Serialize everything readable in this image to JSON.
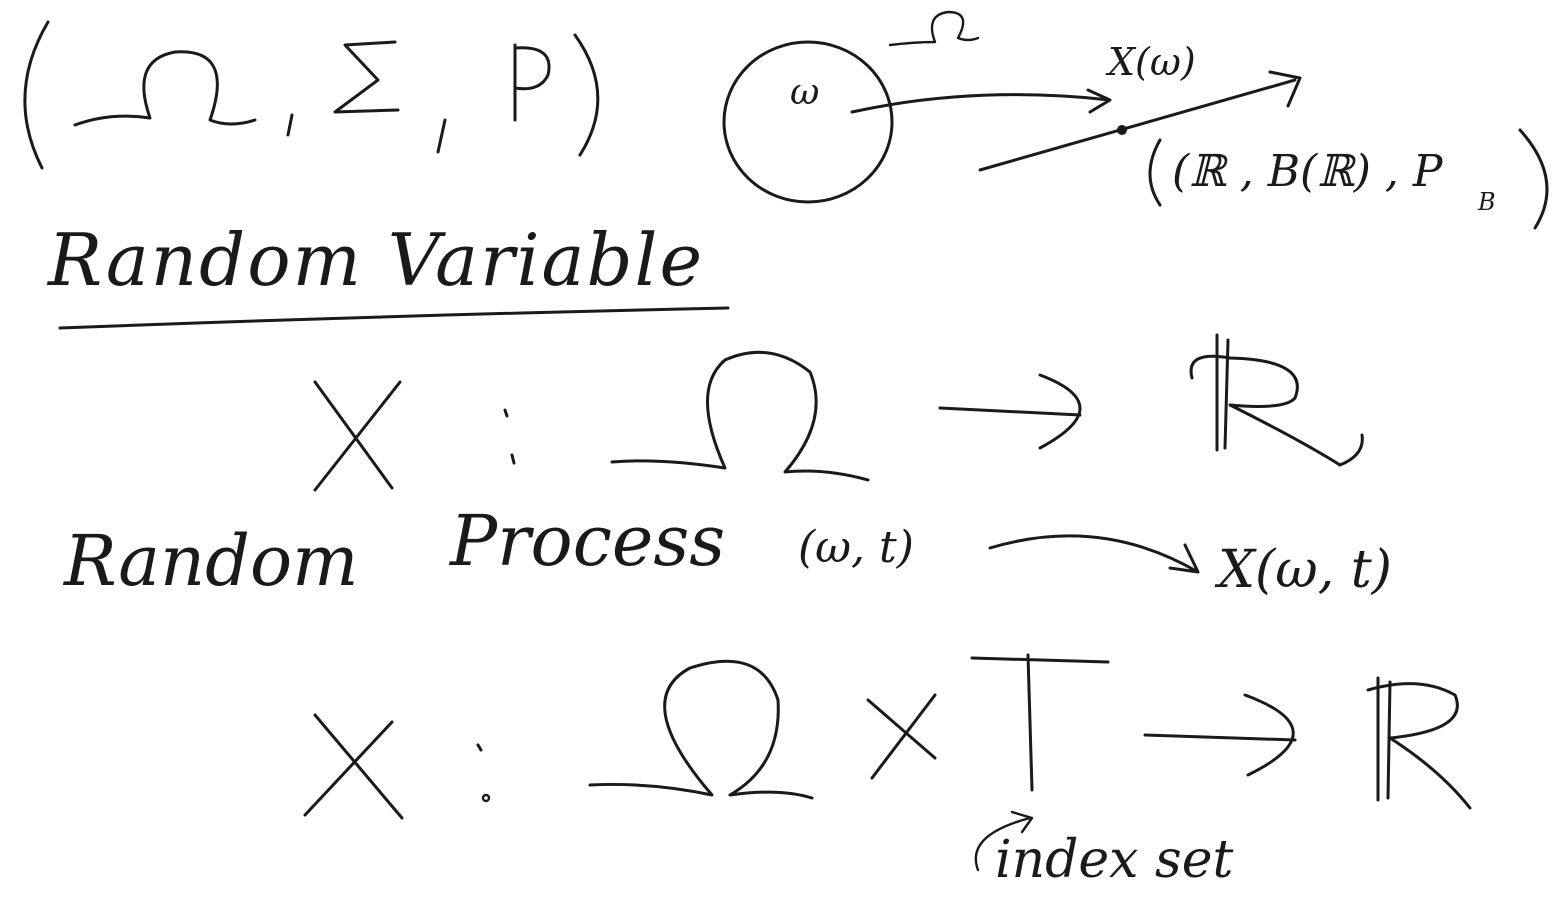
{
  "whiteboard": {
    "probability_space": {
      "open_paren": "(",
      "omega": "Ω",
      "comma1": ",",
      "sigma": "Σ",
      "comma2": ",",
      "p": "P",
      "close_paren": ")"
    },
    "mapping_diagram": {
      "omega_point": "ω",
      "space_label": "Ω",
      "image_label": "X(ω)",
      "target_space": "(ℝ , B(ℝ) , P",
      "target_subscript": "B",
      "target_close": ")"
    },
    "random_variable": {
      "heading": "Random Variable",
      "def_x": "X",
      "def_colon": ":",
      "def_domain": "Ω",
      "def_arrow": "→",
      "def_codomain": "ℝ"
    },
    "random_process": {
      "heading_word1": "Random",
      "heading_word2": "Process",
      "pair": "(ω, t)",
      "value": "X(ω, t)",
      "def_x": "X",
      "def_colon": ":",
      "def_domain_omega": "Ω",
      "def_times": "×",
      "def_domain_t": "T",
      "def_codomain": "ℝ",
      "annotation": "index set"
    }
  }
}
